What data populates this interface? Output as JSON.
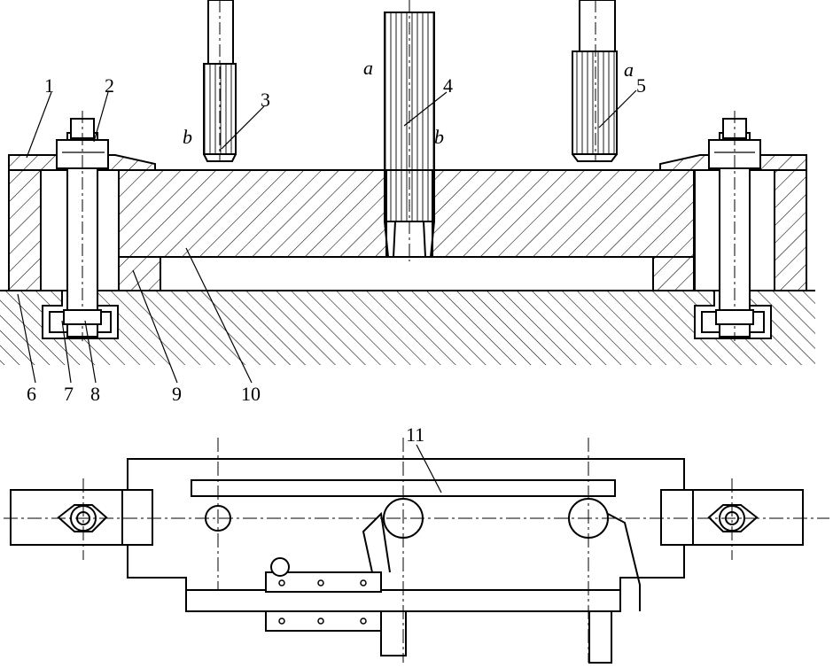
{
  "labels": {
    "l1": "1",
    "l2": "2",
    "l3": "3",
    "l4": "4",
    "l5": "5",
    "l6": "6",
    "l7": "7",
    "l8": "8",
    "l9": "9",
    "l10": "10",
    "l11": "11",
    "a_mid": "a",
    "b_mid": "b",
    "a_right": "a",
    "b_left": "b"
  }
}
